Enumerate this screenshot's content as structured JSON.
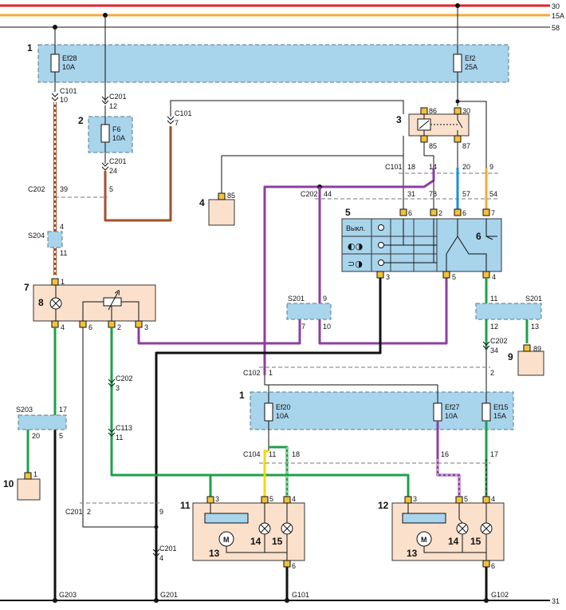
{
  "rails": {
    "r30": "30",
    "r15a": "15A",
    "r58": "58",
    "r31": "31"
  },
  "colors": {
    "rail30": "#e0232a",
    "rail15a": "#f6a93b",
    "black": "#111111",
    "brown": "#a2522a",
    "green": "#1ea04a",
    "violet": "#8d3fa0",
    "blue": "#1a8fd8",
    "orange": "#f6a93b",
    "yellow": "#f5d800",
    "fuse_box": "#a8d4ec",
    "board": "#fbe1cc",
    "terminal": "#f2c23d"
  },
  "components": {
    "c1": "1",
    "c2": "2",
    "c3": "3",
    "c4": "4",
    "c5": "5",
    "c6": "6",
    "c7": "7",
    "c8": "8",
    "c9": "9",
    "c10": "10",
    "c11": "11",
    "c12": "12",
    "c13a": "13",
    "c14a": "14",
    "c15a": "15",
    "c13b": "13",
    "c14b": "14",
    "c15b": "15",
    "m1": "M",
    "m2": "M"
  },
  "fuses": {
    "ef28": "Ef28",
    "ef28_rating": "10A",
    "ef2": "Ef2",
    "ef2_rating": "25A",
    "f6": "F6",
    "f6_rating": "10A",
    "ef20": "Ef20",
    "ef20_rating": "10A",
    "ef27": "Ef27",
    "ef27_rating": "10A",
    "ef15": "Ef15",
    "ef15_rating": "15A"
  },
  "switch": {
    "off_label": "Выкл."
  },
  "connectors": {
    "c101a": "C101",
    "c101b": "C101",
    "c101c": "C101",
    "c201a": "C201",
    "c201b": "C201",
    "c201c": "C201",
    "c201d": "C201",
    "c202a": "C202",
    "c202b": "C202",
    "c202c": "C202",
    "c202d": "C202",
    "c102": "C102",
    "c113": "C113",
    "c104": "C104",
    "s204": "S204",
    "s201a": "S201",
    "s201b": "S201",
    "s203": "S203"
  },
  "grounds": {
    "g203": "G203",
    "g201": "G201",
    "g101": "G101",
    "g102": "G102"
  },
  "pins": {
    "p_ef28_10": "10",
    "p_c201_12": "12",
    "p_c101_7": "7",
    "p_c201_24": "24",
    "p_39": "39",
    "p_5a": "5",
    "p_s204_4": "4",
    "p_s204_11": "11",
    "p_86": "86",
    "p_85": "85",
    "p_30": "30",
    "p_87": "87",
    "p_18": "18",
    "p_14": "14",
    "p_20a": "20",
    "p_9a": "9",
    "p_31": "31",
    "p_78": "78",
    "p_57": "57",
    "p_54": "54",
    "p_44": "44",
    "p_r85": "85",
    "p_sw6": "6",
    "p_sw2": "2",
    "p_sw6b": "6",
    "p_sw7": "7",
    "p_sw3": "3",
    "p_sw5": "5",
    "p_sw4": "4",
    "p_7_1": "1",
    "p_7_4": "4",
    "p_7_6": "6",
    "p_7_2": "2",
    "p_7_3": "3",
    "p_s201_9": "9",
    "p_s201_7": "7",
    "p_s201_10": "10",
    "p_s201_11": "11",
    "p_s201_12": "12",
    "p_s201_13": "13",
    "p_89": "89",
    "p_c202_34": "34",
    "p_c202_2": "2",
    "p_c102_1": "1",
    "p_c202_3": "3",
    "p_c113_11": "11",
    "p_s203_17": "17",
    "p_s203_20": "20",
    "p_s203_5": "5",
    "p_10_1": "1",
    "p_c104_11": "11",
    "p_c104_18": "18",
    "p_16": "16",
    "p_17": "17",
    "p_c201_2": "2",
    "p_c201_9": "9",
    "p_c201_4": "4",
    "p_11_3": "3",
    "p_11_5": "5",
    "p_11_4": "4",
    "p_11_6": "6",
    "p_12_3": "3",
    "p_12_5": "5",
    "p_12_4": "4",
    "p_12_6": "6"
  }
}
